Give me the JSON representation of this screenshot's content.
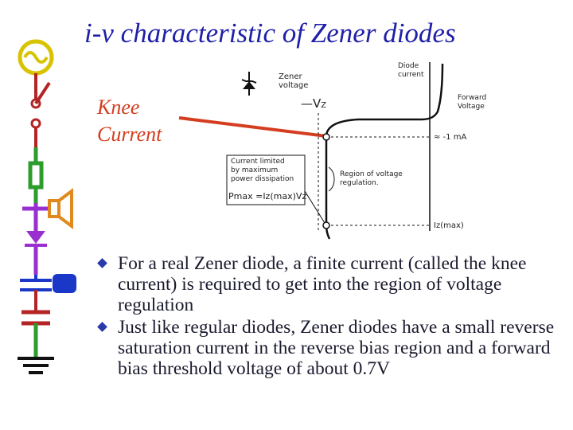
{
  "slide": {
    "title": "i-v characteristic of Zener diodes",
    "knee_line1": "Knee",
    "knee_line2": "Current"
  },
  "diagram": {
    "zener_voltage_line1": "Zener",
    "zener_voltage_line2": "voltage",
    "vz_label": "V",
    "vz_sub": "Z",
    "diode_current_line1": "Diode",
    "diode_current_line2": "current",
    "forward_voltage_line1": "Forward",
    "forward_voltage_line2": "Voltage",
    "one_ma_label": "≈ -1 mA",
    "current_limited_line1": "Current limited",
    "current_limited_line2": "by maximum",
    "current_limited_line3": "power dissipation",
    "pmax_formula": "Pmax =Iz(max)Vz",
    "region_line1": "Region of voltage",
    "region_line2": "regulation.",
    "iz_max_label": "Iz(max)"
  },
  "bullets": [
    "For a real Zener diode, a finite current (called the knee current) is required to get into the region of voltage regulation",
    "Just like regular diodes, Zener diodes have a small reverse saturation current in the reverse bias region and a forward bias threshold voltage of about 0.7V"
  ],
  "colors": {
    "title": "#1f1fa8",
    "accent": "#d43d1f",
    "bullet": "#2a3aa8"
  }
}
